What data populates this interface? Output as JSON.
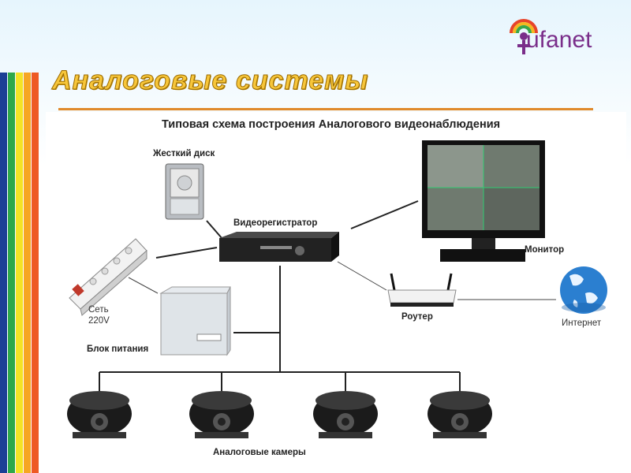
{
  "slide": {
    "title": "Аналоговые системы",
    "logo_text": "ufanet",
    "stripe_colors": [
      "#1c3f95",
      "#2ea84a",
      "#f4e325",
      "#f6a623",
      "#ee5a24"
    ]
  },
  "diagram": {
    "title": "Типовая схема построения Аналогового видеонаблюдения",
    "nodes": {
      "hdd": "Жесткий диск",
      "dvr": "Видеорегистратор",
      "monitor": "Монитор",
      "power_strip_line1": "Сеть",
      "power_strip_line2": "220V",
      "psu": "Блок питания",
      "router": "Роутер",
      "internet": "Интернет",
      "cameras": "Аналоговые камеры"
    },
    "camera_count": 4
  }
}
